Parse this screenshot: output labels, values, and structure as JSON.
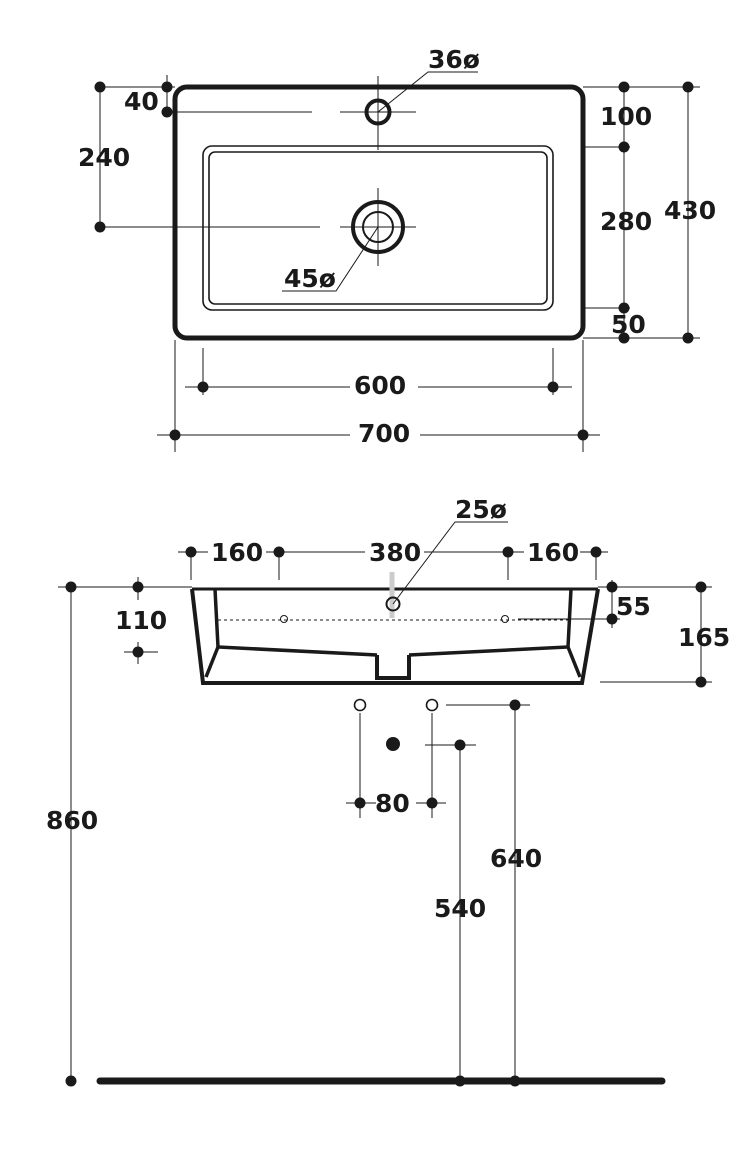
{
  "top_view": {
    "dims": {
      "tap_hole": "36ø",
      "tap_offset": "40",
      "drain_offset": "240",
      "depth_front": "100",
      "bowl_depth": "280",
      "back_margin": "50",
      "total_depth": "430",
      "bowl_width": "600",
      "total_width": "700",
      "drain_hole": "45ø"
    }
  },
  "front_view": {
    "dims": {
      "tap_hole": "25ø",
      "left_hole_offset": "160",
      "hole_spacing": "380",
      "right_hole_offset": "160",
      "side_height": "110",
      "rim": "55",
      "basin_height": "165",
      "total_height": "860",
      "pipe_spacing": "80",
      "drain_height": "540",
      "supply_height": "640"
    }
  },
  "colors": {
    "ink": "#1a1a1a",
    "background": "#ffffff"
  }
}
